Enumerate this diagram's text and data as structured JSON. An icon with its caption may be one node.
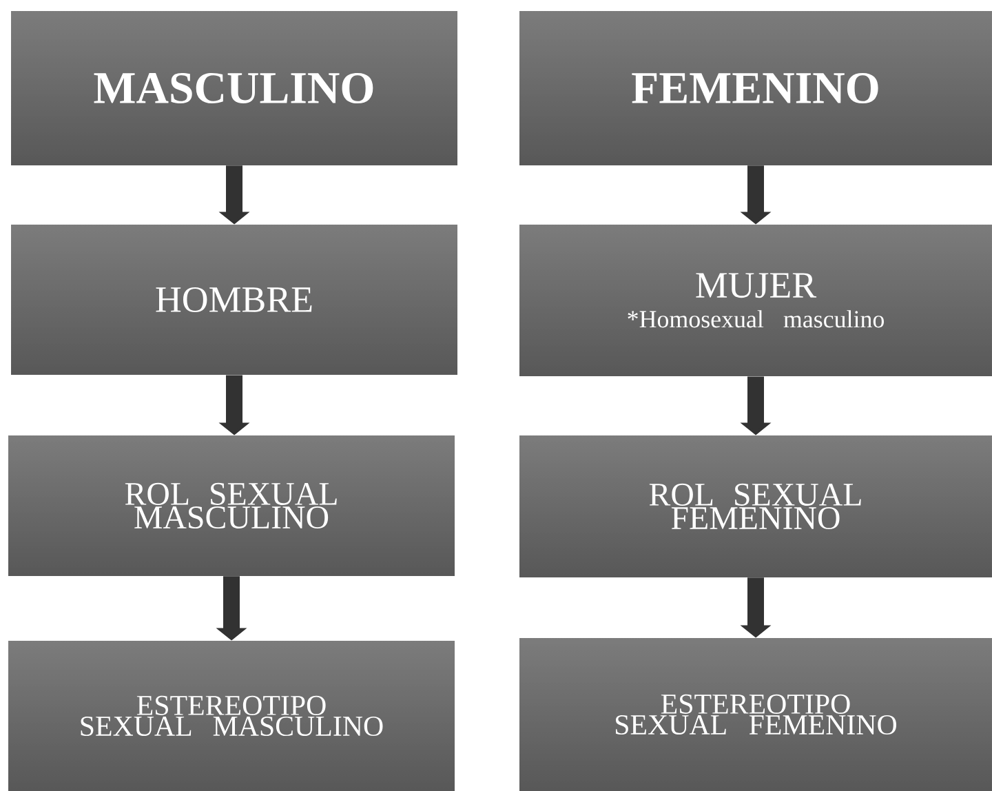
{
  "diagram": {
    "nodes": [
      {
        "text": [
          "MASCULINO"
        ]
      },
      {
        "text": [
          "FEMENINO"
        ]
      },
      {
        "text": [
          "HOMBRE"
        ]
      },
      {
        "text": [
          "MUJER",
          "*Homosexual masculino"
        ]
      },
      {
        "text": [
          "ROL SEXUAL MASCULINO"
        ]
      },
      {
        "text": [
          "ROL SEXUAL FEMENINO"
        ]
      },
      {
        "text": [
          "ESTEREOTIPO SEXUAL MASCULINO"
        ]
      },
      {
        "text": [
          "ESTEREOTIPO SEXUAL FEMENINO"
        ]
      }
    ],
    "edges": [
      {
        "from": 0,
        "to": 2,
        "arrow": "to"
      },
      {
        "from": 1,
        "to": 3,
        "arrow": "to"
      },
      {
        "from": 2,
        "to": 4,
        "arrow": "to"
      },
      {
        "from": 3,
        "to": 5,
        "arrow": "to"
      },
      {
        "from": 4,
        "to": 6,
        "arrow": "to"
      },
      {
        "from": 5,
        "to": 7,
        "arrow": "to"
      }
    ]
  }
}
